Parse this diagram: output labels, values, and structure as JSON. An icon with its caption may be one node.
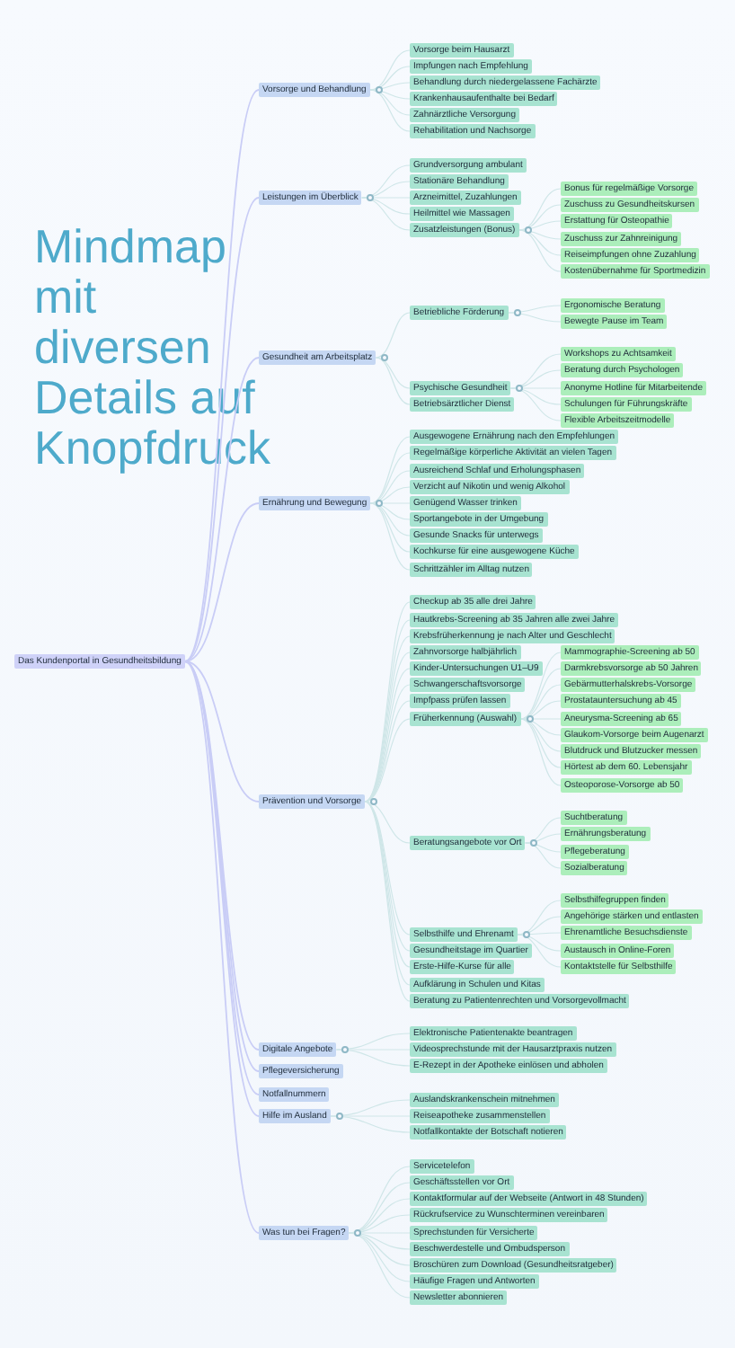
{
  "diagram": {
    "title": "Mindmap mit diversen Details auf Knopfdruck",
    "nodes": [
      {
        "text": [
          "Das Kundenportal in Gesundheitsbildung"
        ]
      },
      {
        "text": [
          "Vorsorge und Behandlung"
        ]
      },
      {
        "text": [
          "Vorsorge beim Hausarzt"
        ]
      },
      {
        "text": [
          "Impfungen nach Empfehlung"
        ]
      },
      {
        "text": [
          "Behandlung durch niedergelassene Fachärzte"
        ]
      },
      {
        "text": [
          "Krankenhausaufenthalte bei Bedarf"
        ]
      },
      {
        "text": [
          "Zahnärztliche Versorgung"
        ]
      },
      {
        "text": [
          "Rehabilitation und Nachsorge"
        ]
      },
      {
        "text": [
          "Leistungen im Überblick"
        ]
      },
      {
        "text": [
          "Grundversorgung ambulant"
        ]
      },
      {
        "text": [
          "Stationäre Behandlung"
        ]
      },
      {
        "text": [
          "Arzneimittel, Zuzahlungen"
        ]
      },
      {
        "text": [
          "Heilmittel wie Massagen"
        ]
      },
      {
        "text": [
          "Zusatzleistungen (Bonus)"
        ]
      },
      {
        "text": [
          "Bonus für regelmäßige Vorsorge"
        ]
      },
      {
        "text": [
          "Zuschuss zu Gesundheitskursen"
        ]
      },
      {
        "text": [
          "Erstattung für Osteopathie"
        ]
      },
      {
        "text": [
          "Zuschuss zur Zahnreinigung"
        ]
      },
      {
        "text": [
          "Reiseimpfungen ohne Zuzahlung"
        ]
      },
      {
        "text": [
          "Kostenübernahme für Sportmedizin"
        ]
      },
      {
        "text": [
          "Gesundheit am Arbeitsplatz"
        ]
      },
      {
        "text": [
          "Betriebliche Förderung"
        ]
      },
      {
        "text": [
          "Ergonomische Beratung"
        ]
      },
      {
        "text": [
          "Bewegte Pause im Team"
        ]
      },
      {
        "text": [
          "Psychische Gesundheit"
        ]
      },
      {
        "text": [
          "Workshops zu Achtsamkeit"
        ]
      },
      {
        "text": [
          "Beratung durch Psychologen"
        ]
      },
      {
        "text": [
          "Anonyme Hotline für Mitarbeitende"
        ]
      },
      {
        "text": [
          "Schulungen für Führungskräfte"
        ]
      },
      {
        "text": [
          "Flexible Arbeitszeitmodelle"
        ]
      },
      {
        "text": [
          "Betriebsärztlicher Dienst"
        ]
      },
      {
        "text": [
          "Ernährung und Bewegung"
        ]
      },
      {
        "text": [
          "Ausgewogene Ernährung nach den Empfehlungen"
        ]
      },
      {
        "text": [
          "Regelmäßige körperliche Aktivität an vielen Tagen"
        ]
      },
      {
        "text": [
          "Ausreichend Schlaf und Erholungsphasen"
        ]
      },
      {
        "text": [
          "Verzicht auf Nikotin und wenig Alkohol"
        ]
      },
      {
        "text": [
          "Genügend Wasser trinken"
        ]
      },
      {
        "text": [
          "Sportangebote in der Umgebung"
        ]
      },
      {
        "text": [
          "Gesunde Snacks für unterwegs"
        ]
      },
      {
        "text": [
          "Kochkurse für eine ausgewogene Küche"
        ]
      },
      {
        "text": [
          "Schrittzähler im Alltag nutzen"
        ]
      },
      {
        "text": [
          "Prävention und Vorsorge"
        ]
      },
      {
        "text": [
          "Checkup ab 35 alle drei Jahre"
        ]
      },
      {
        "text": [
          "Hautkrebs-Screening ab 35 Jahren alle zwei Jahre"
        ]
      },
      {
        "text": [
          "Krebsfrüherkennung je nach Alter und Geschlecht"
        ]
      },
      {
        "text": [
          "Zahnvorsorge halbjährlich"
        ]
      },
      {
        "text": [
          "Kinder-Untersuchungen U1–U9"
        ]
      },
      {
        "text": [
          "Schwangerschaftsvorsorge"
        ]
      },
      {
        "text": [
          "Impfpass prüfen lassen"
        ]
      },
      {
        "text": [
          "Früherkennung (Auswahl)"
        ]
      },
      {
        "text": [
          "Mammographie-Screening ab 50"
        ]
      },
      {
        "text": [
          "Darmkrebsvorsorge ab 50 Jahren"
        ]
      },
      {
        "text": [
          "Gebärmutterhalskrebs-Vorsorge"
        ]
      },
      {
        "text": [
          "Prostatauntersuchung ab 45"
        ]
      },
      {
        "text": [
          "Aneurysma-Screening ab 65"
        ]
      },
      {
        "text": [
          "Glaukom-Vorsorge beim Augenarzt"
        ]
      },
      {
        "text": [
          "Blutdruck und Blutzucker messen"
        ]
      },
      {
        "text": [
          "Hörtest ab dem 60. Lebensjahr"
        ]
      },
      {
        "text": [
          "Osteoporose-Vorsorge ab 50"
        ]
      },
      {
        "text": [
          "Beratungsangebote vor Ort"
        ]
      },
      {
        "text": [
          "Suchtberatung"
        ]
      },
      {
        "text": [
          "Ernährungsberatung"
        ]
      },
      {
        "text": [
          "Pflegeberatung"
        ]
      },
      {
        "text": [
          "Sozialberatung"
        ]
      },
      {
        "text": [
          "Selbsthilfe und Ehrenamt"
        ]
      },
      {
        "text": [
          "Selbsthilfegruppen finden"
        ]
      },
      {
        "text": [
          "Angehörige stärken und entlasten"
        ]
      },
      {
        "text": [
          "Ehrenamtliche Besuchsdienste"
        ]
      },
      {
        "text": [
          "Austausch in Online-Foren"
        ]
      },
      {
        "text": [
          "Kontaktstelle für Selbsthilfe"
        ]
      },
      {
        "text": [
          "Gesundheitstage im Quartier"
        ]
      },
      {
        "text": [
          "Erste-Hilfe-Kurse für alle"
        ]
      },
      {
        "text": [
          "Aufklärung in Schulen und Kitas"
        ]
      },
      {
        "text": [
          "Beratung zu Patientenrechten und Vorsorgevollmacht"
        ]
      },
      {
        "text": [
          "Digitale Angebote"
        ]
      },
      {
        "text": [
          "Elektronische Patientenakte beantragen"
        ]
      },
      {
        "text": [
          "Videosprechstunde mit der Hausarztpraxis nutzen"
        ]
      },
      {
        "text": [
          "E-Rezept in der Apotheke einlösen und abholen"
        ]
      },
      {
        "text": [
          "Pflegeversicherung"
        ]
      },
      {
        "text": [
          "Notfallnummern"
        ]
      },
      {
        "text": [
          "Hilfe im Ausland"
        ]
      },
      {
        "text": [
          "Auslandskrankenschein mitnehmen"
        ]
      },
      {
        "text": [
          "Reiseapotheke zusammenstellen"
        ]
      },
      {
        "text": [
          "Notfallkontakte der Botschaft notieren"
        ]
      },
      {
        "text": [
          "Was tun bei Fragen?"
        ]
      },
      {
        "text": [
          "Servicetelefon"
        ]
      },
      {
        "text": [
          "Geschäftsstellen vor Ort"
        ]
      },
      {
        "text": [
          "Kontaktformular auf der Webseite (Antwort in 48 Stunden)"
        ]
      },
      {
        "text": [
          "Rückrufservice zu Wunschterminen vereinbaren"
        ]
      },
      {
        "text": [
          "Sprechstunden für Versicherte"
        ]
      },
      {
        "text": [
          "Beschwerdestelle und Ombudsperson"
        ]
      },
      {
        "text": [
          "Broschüren zum Download (Gesundheitsratgeber)"
        ]
      },
      {
        "text": [
          "Häufige Fragen und Antworten"
        ]
      },
      {
        "text": [
          "Newsletter abonnieren"
        ]
      }
    ],
    "edges": [
      {
        "from": 0,
        "to": 1,
        "arrow": "none",
        "color": "#c9cdf6"
      },
      {
        "from": 1,
        "to": 2,
        "arrow": "none"
      },
      {
        "from": 1,
        "to": 3,
        "arrow": "none"
      },
      {
        "from": 1,
        "to": 4,
        "arrow": "none"
      },
      {
        "from": 1,
        "to": 5,
        "arrow": "none"
      },
      {
        "from": 1,
        "to": 6,
        "arrow": "none"
      },
      {
        "from": 1,
        "to": 7,
        "arrow": "none"
      },
      {
        "from": 0,
        "to": 8,
        "arrow": "none",
        "color": "#c9cdf6"
      },
      {
        "from": 8,
        "to": 9,
        "arrow": "none"
      },
      {
        "from": 8,
        "to": 10,
        "arrow": "none"
      },
      {
        "from": 8,
        "to": 11,
        "arrow": "none"
      },
      {
        "from": 8,
        "to": 12,
        "arrow": "none"
      },
      {
        "from": 8,
        "to": 13,
        "arrow": "none"
      },
      {
        "from": 13,
        "to": 14,
        "arrow": "none"
      },
      {
        "from": 13,
        "to": 15,
        "arrow": "none"
      },
      {
        "from": 13,
        "to": 16,
        "arrow": "none"
      },
      {
        "from": 13,
        "to": 17,
        "arrow": "none"
      },
      {
        "from": 13,
        "to": 18,
        "arrow": "none"
      },
      {
        "from": 13,
        "to": 19,
        "arrow": "none"
      },
      {
        "from": 0,
        "to": 20,
        "arrow": "none",
        "color": "#c9cdf6"
      },
      {
        "from": 20,
        "to": 21,
        "arrow": "none"
      },
      {
        "from": 21,
        "to": 22,
        "arrow": "none"
      },
      {
        "from": 21,
        "to": 23,
        "arrow": "none"
      },
      {
        "from": 20,
        "to": 24,
        "arrow": "none"
      },
      {
        "from": 24,
        "to": 25,
        "arrow": "none"
      },
      {
        "from": 24,
        "to": 26,
        "arrow": "none"
      },
      {
        "from": 24,
        "to": 27,
        "arrow": "none"
      },
      {
        "from": 24,
        "to": 28,
        "arrow": "none"
      },
      {
        "from": 24,
        "to": 29,
        "arrow": "none"
      },
      {
        "from": 20,
        "to": 30,
        "arrow": "none"
      },
      {
        "from": 0,
        "to": 31,
        "arrow": "none",
        "color": "#c9cdf6"
      },
      {
        "from": 31,
        "to": 32,
        "arrow": "none"
      },
      {
        "from": 31,
        "to": 33,
        "arrow": "none"
      },
      {
        "from": 31,
        "to": 34,
        "arrow": "none"
      },
      {
        "from": 31,
        "to": 35,
        "arrow": "none"
      },
      {
        "from": 31,
        "to": 36,
        "arrow": "none"
      },
      {
        "from": 31,
        "to": 37,
        "arrow": "none"
      },
      {
        "from": 31,
        "to": 38,
        "arrow": "none"
      },
      {
        "from": 31,
        "to": 39,
        "arrow": "none"
      },
      {
        "from": 31,
        "to": 40,
        "arrow": "none"
      },
      {
        "from": 0,
        "to": 41,
        "arrow": "none",
        "color": "#c9cdf6"
      },
      {
        "from": 41,
        "to": 42,
        "arrow": "none"
      },
      {
        "from": 41,
        "to": 43,
        "arrow": "none"
      },
      {
        "from": 41,
        "to": 44,
        "arrow": "none"
      },
      {
        "from": 41,
        "to": 45,
        "arrow": "none"
      },
      {
        "from": 41,
        "to": 46,
        "arrow": "none"
      },
      {
        "from": 41,
        "to": 47,
        "arrow": "none"
      },
      {
        "from": 41,
        "to": 48,
        "arrow": "none"
      },
      {
        "from": 41,
        "to": 49,
        "arrow": "none"
      },
      {
        "from": 49,
        "to": 50,
        "arrow": "none"
      },
      {
        "from": 49,
        "to": 51,
        "arrow": "none"
      },
      {
        "from": 49,
        "to": 52,
        "arrow": "none"
      },
      {
        "from": 49,
        "to": 53,
        "arrow": "none"
      },
      {
        "from": 49,
        "to": 54,
        "arrow": "none"
      },
      {
        "from": 49,
        "to": 55,
        "arrow": "none"
      },
      {
        "from": 49,
        "to": 56,
        "arrow": "none"
      },
      {
        "from": 49,
        "to": 57,
        "arrow": "none"
      },
      {
        "from": 49,
        "to": 58,
        "arrow": "none"
      },
      {
        "from": 41,
        "to": 59,
        "arrow": "none"
      },
      {
        "from": 59,
        "to": 60,
        "arrow": "none"
      },
      {
        "from": 59,
        "to": 61,
        "arrow": "none"
      },
      {
        "from": 59,
        "to": 62,
        "arrow": "none"
      },
      {
        "from": 59,
        "to": 63,
        "arrow": "none"
      },
      {
        "from": 41,
        "to": 64,
        "arrow": "none"
      },
      {
        "from": 64,
        "to": 65,
        "arrow": "none"
      },
      {
        "from": 64,
        "to": 66,
        "arrow": "none"
      },
      {
        "from": 64,
        "to": 67,
        "arrow": "none"
      },
      {
        "from": 64,
        "to": 68,
        "arrow": "none"
      },
      {
        "from": 64,
        "to": 69,
        "arrow": "none"
      },
      {
        "from": 41,
        "to": 70,
        "arrow": "none"
      },
      {
        "from": 41,
        "to": 71,
        "arrow": "none"
      },
      {
        "from": 41,
        "to": 72,
        "arrow": "none"
      },
      {
        "from": 41,
        "to": 73,
        "arrow": "none"
      },
      {
        "from": 0,
        "to": 74,
        "arrow": "none",
        "color": "#c9cdf6"
      },
      {
        "from": 74,
        "to": 75,
        "arrow": "none"
      },
      {
        "from": 74,
        "to": 76,
        "arrow": "none"
      },
      {
        "from": 74,
        "to": 77,
        "arrow": "none"
      },
      {
        "from": 0,
        "to": 78,
        "arrow": "none",
        "color": "#c9cdf6"
      },
      {
        "from": 0,
        "to": 79,
        "arrow": "none",
        "color": "#c9cdf6"
      },
      {
        "from": 0,
        "to": 80,
        "arrow": "none",
        "color": "#c9cdf6"
      },
      {
        "from": 80,
        "to": 81,
        "arrow": "none"
      },
      {
        "from": 80,
        "to": 82,
        "arrow": "none"
      },
      {
        "from": 80,
        "to": 83,
        "arrow": "none"
      },
      {
        "from": 0,
        "to": 84,
        "arrow": "none",
        "color": "#c9cdf6"
      },
      {
        "from": 84,
        "to": 85,
        "arrow": "none"
      },
      {
        "from": 84,
        "to": 86,
        "arrow": "none"
      },
      {
        "from": 84,
        "to": 87,
        "arrow": "none"
      },
      {
        "from": 84,
        "to": 88,
        "arrow": "none"
      },
      {
        "from": 84,
        "to": 89,
        "arrow": "none"
      },
      {
        "from": 84,
        "to": 90,
        "arrow": "none"
      },
      {
        "from": 84,
        "to": 91,
        "arrow": "none"
      },
      {
        "from": 84,
        "to": 92,
        "arrow": "none"
      },
      {
        "from": 84,
        "to": 93,
        "arrow": "none"
      }
    ]
  }
}
